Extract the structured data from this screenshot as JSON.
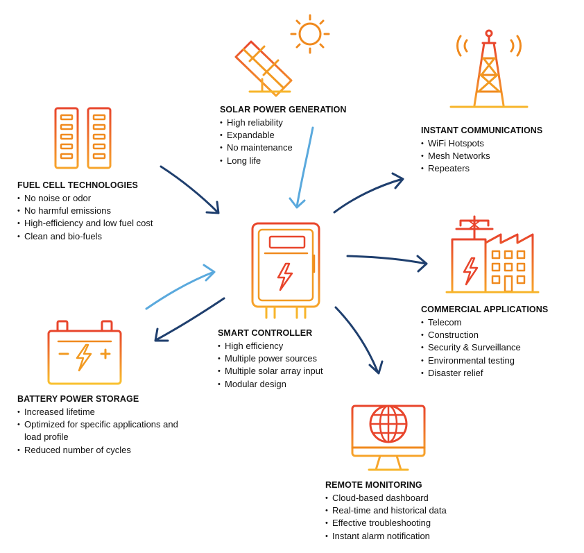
{
  "colors": {
    "arrow_dark": "#1f3f6e",
    "arrow_light": "#5aa9dd",
    "icon_orange": "#f08a1e",
    "icon_red": "#e8452c",
    "icon_yellow": "#f7b52b"
  },
  "nodes": {
    "solar": {
      "title": "SOLAR POWER GENERATION",
      "items": [
        "High reliability",
        "Expandable",
        "No maintenance",
        "Long life"
      ],
      "icon": "solar-panel-sun-icon"
    },
    "communications": {
      "title": "INSTANT COMMUNICATIONS",
      "items": [
        "WiFi Hotspots",
        "Mesh Networks",
        "Repeaters"
      ],
      "icon": "radio-tower-icon"
    },
    "fuel_cell": {
      "title": "FUEL CELL TECHNOLOGIES",
      "items": [
        "No noise or odor",
        "No harmful emissions",
        "High-efficiency and low fuel cost",
        "Clean and bio-fuels"
      ],
      "icon": "fuel-cell-icon"
    },
    "commercial": {
      "title": "COMMERCIAL APPLICATIONS",
      "items": [
        "Telecom",
        "Construction",
        "Security & Surveillance",
        "Environmental testing",
        "Disaster relief"
      ],
      "icon": "factory-icon"
    },
    "controller": {
      "title": "SMART CONTROLLER",
      "items": [
        "High efficiency",
        "Multiple power sources",
        "Multiple solar array input",
        "Modular design"
      ],
      "icon": "controller-cabinet-icon"
    },
    "battery": {
      "title": "BATTERY POWER STORAGE",
      "items": [
        "Increased lifetime",
        "Optimized for specific applications and load profile",
        "Reduced number of cycles"
      ],
      "icon": "battery-icon"
    },
    "monitoring": {
      "title": "REMOTE MONITORING",
      "items": [
        "Cloud-based dashboard",
        "Real-time and historical data",
        "Effective troubleshooting",
        "Instant alarm notification"
      ],
      "icon": "globe-monitor-icon"
    }
  },
  "edges": [
    {
      "from": "solar",
      "to": "controller",
      "style": "light"
    },
    {
      "from": "fuel_cell",
      "to": "controller",
      "style": "dark"
    },
    {
      "from": "controller",
      "to": "communications",
      "style": "dark"
    },
    {
      "from": "controller",
      "to": "commercial",
      "style": "dark"
    },
    {
      "from": "controller",
      "to": "monitoring",
      "style": "dark"
    },
    {
      "from": "controller",
      "to": "battery",
      "style": "dark"
    },
    {
      "from": "battery",
      "to": "controller",
      "style": "light"
    }
  ]
}
